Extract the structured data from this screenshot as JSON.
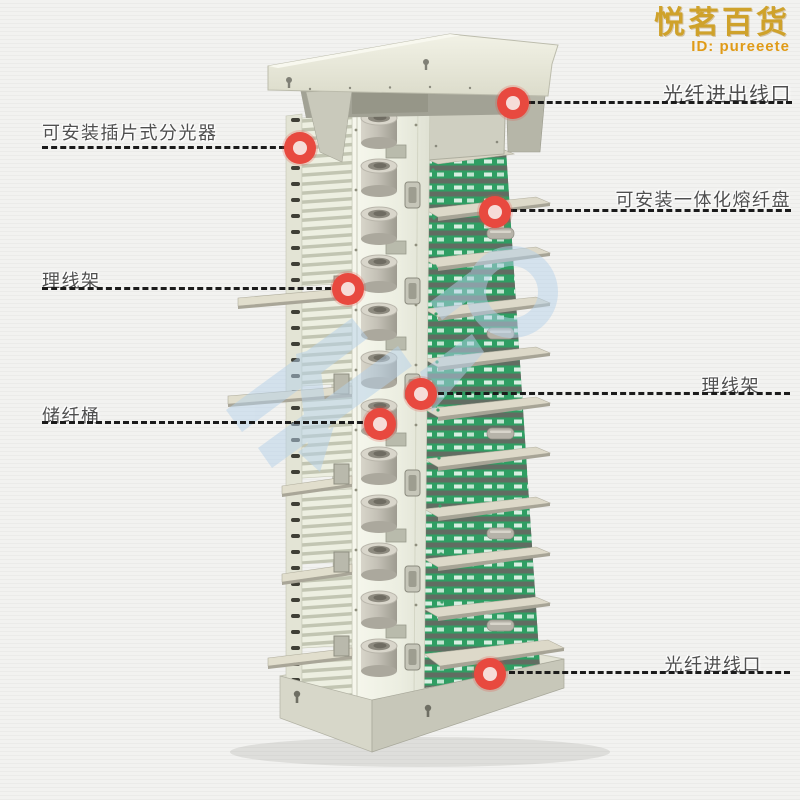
{
  "brand": {
    "name": "悦茗百货",
    "id_label": "ID: pureeete"
  },
  "callouts": [
    {
      "label": "光纤进出线口",
      "side": "right"
    },
    {
      "label": "可安装插片式分光器",
      "side": "left"
    },
    {
      "label": "可安装一体化熔纤盘",
      "side": "right"
    },
    {
      "label": "理线架",
      "side": "left"
    },
    {
      "label": "理线架",
      "side": "right"
    },
    {
      "label": "储纤桶",
      "side": "left"
    },
    {
      "label": "光纤进线口",
      "side": "right"
    }
  ],
  "colors": {
    "background": "#f0f0ee",
    "label_text": "#4f4f4f",
    "leader_line": "#1b1b1b",
    "marker_ring": "#e8493f",
    "marker_center": "#f6dcd8",
    "brand_gold": "#cfa22b",
    "brand_id": "#e09b17",
    "cabinet_body": "#eceadf",
    "tray_green": "#2f9e63",
    "watermark_blue": "#b5d1ea"
  }
}
